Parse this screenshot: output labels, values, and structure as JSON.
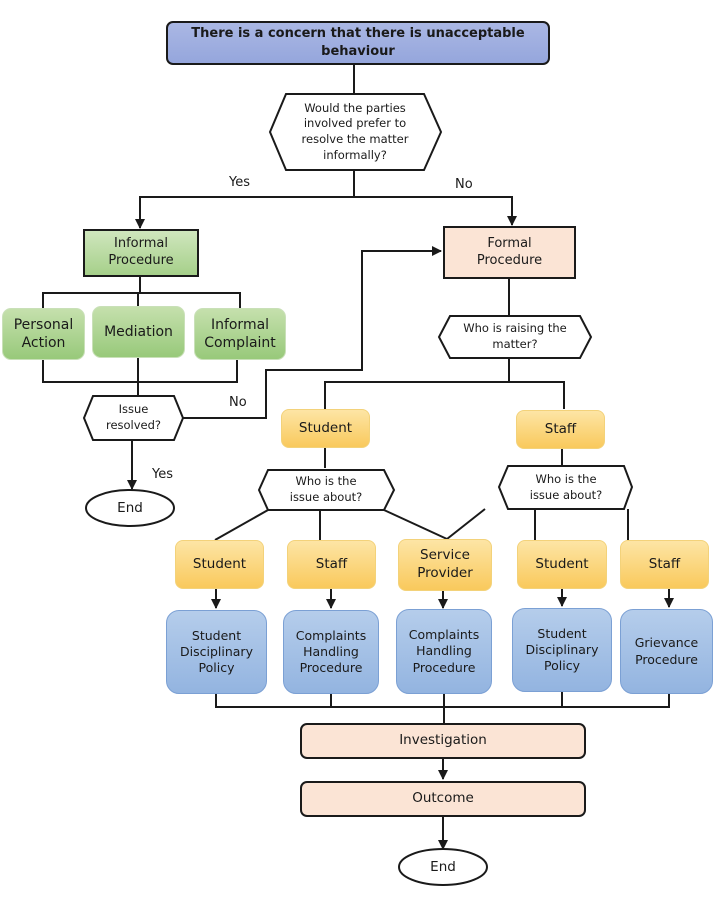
{
  "title": "There is a concern that there is unacceptable behaviour",
  "colors": {
    "title_fill": "#9fb0e0",
    "informal_fill": "#b9dba2",
    "formal_fill": "#fbe4d5",
    "role_fill": "#fbd374",
    "policy_fill": "#a5c1e6",
    "line": "#1a1a1a"
  },
  "decisions": {
    "prefer_informal": "Would the parties\ninvolved prefer to\nresolve the matter\ninformally?",
    "issue_resolved": "Issue\nresolved?",
    "who_raising": "Who is raising the\nmatter?",
    "who_about_student": "Who is the\nissue about?",
    "who_about_staff": "Who is the\nissue about?"
  },
  "edge_labels": {
    "informal_yes": "Yes",
    "informal_no": "No",
    "resolved_no": "No",
    "resolved_yes": "Yes"
  },
  "informal": {
    "procedure": "Informal\nProcedure",
    "options": [
      "Personal\nAction",
      "Mediation",
      "Informal\nComplaint"
    ]
  },
  "formal": {
    "procedure": "Formal\nProcedure",
    "raisers": [
      "Student",
      "Staff"
    ],
    "subjects": [
      "Student",
      "Staff",
      "Service\nProvider",
      "Student",
      "Staff"
    ],
    "policies": [
      "Student\nDisciplinary\nPolicy",
      "Complaints\nHandling\nProcedure",
      "Complaints\nHandling\nProcedure",
      "Student\nDisciplinary\nPolicy",
      "Grievance\nProcedure"
    ],
    "investigation": "Investigation",
    "outcome": "Outcome"
  },
  "end_labels": {
    "informal_end": "End",
    "formal_end": "End"
  }
}
